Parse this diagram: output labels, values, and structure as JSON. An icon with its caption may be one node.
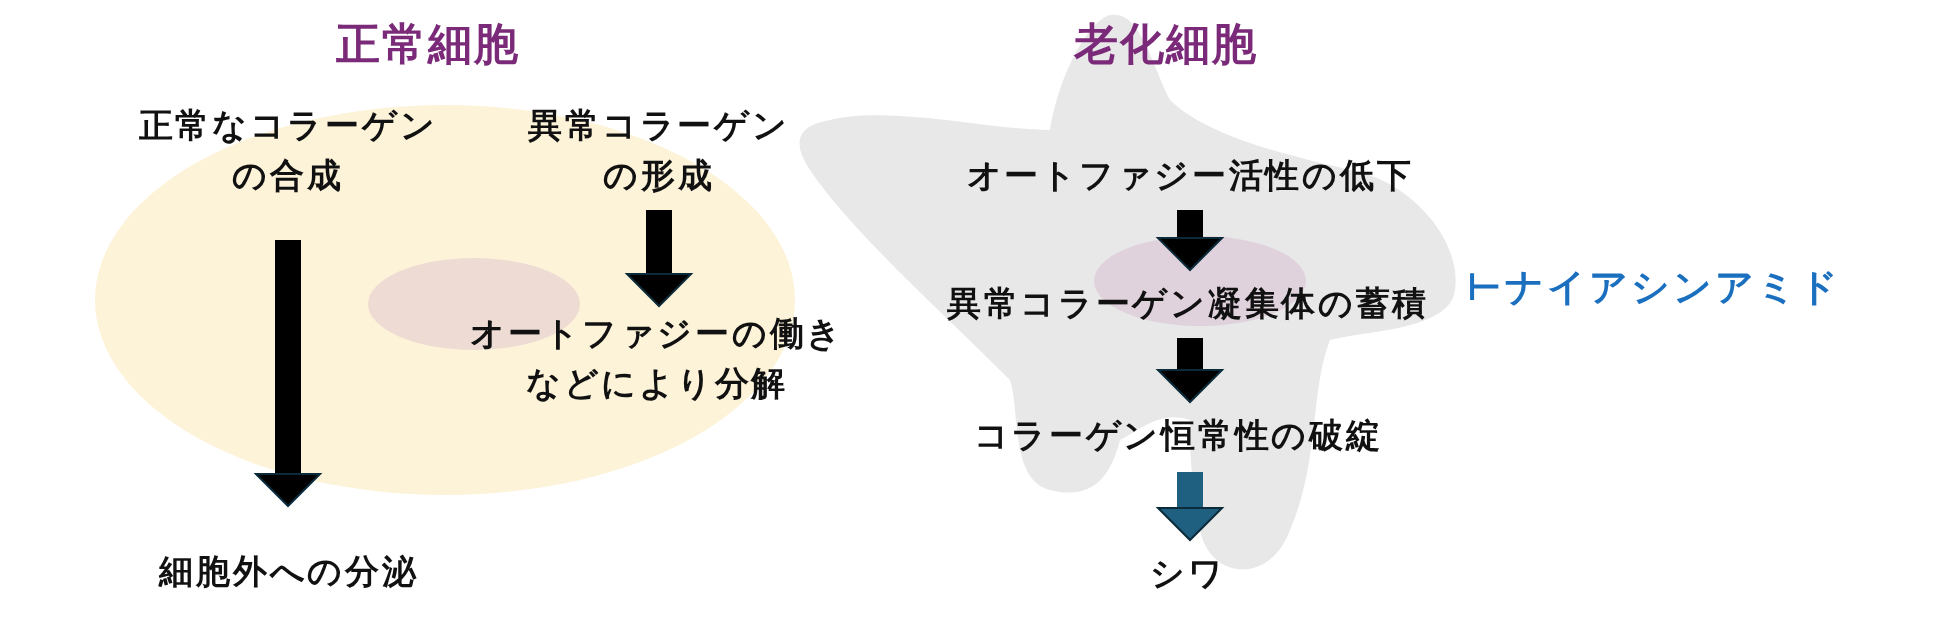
{
  "diagram": {
    "nodes": [
      {
        "text": [
          "正常細胞"
        ]
      },
      {
        "text": [
          "正常なコラーゲンの合成"
        ],
        "in": 0
      },
      {
        "text": [
          "異常コラーゲンの形成"
        ],
        "in": 0
      },
      {
        "text": [
          "オートファジーの働きなどにより分解"
        ],
        "in": 0
      },
      {
        "text": [
          "細胞外への分泌"
        ]
      },
      {
        "text": [
          "老化細胞"
        ]
      },
      {
        "text": [
          "オートファジー活性の低下"
        ],
        "in": 5
      },
      {
        "text": [
          "異常コラーゲン凝集体の蓄積"
        ],
        "in": 5
      },
      {
        "text": [
          "コラーゲン恒常性の破綻"
        ],
        "in": 5
      },
      {
        "text": [
          "シワ"
        ]
      },
      {
        "text": [
          "⊢ナイアシンアミド"
        ]
      }
    ],
    "edges": [
      {
        "from": 1,
        "to": 4,
        "arrow": "to"
      },
      {
        "from": 2,
        "to": 3,
        "arrow": "to"
      },
      {
        "from": 6,
        "to": 7,
        "arrow": "to"
      },
      {
        "from": 7,
        "to": 8,
        "arrow": "to"
      },
      {
        "from": 8,
        "to": 9,
        "arrow": "to",
        "color": "#1f5f80"
      }
    ]
  }
}
